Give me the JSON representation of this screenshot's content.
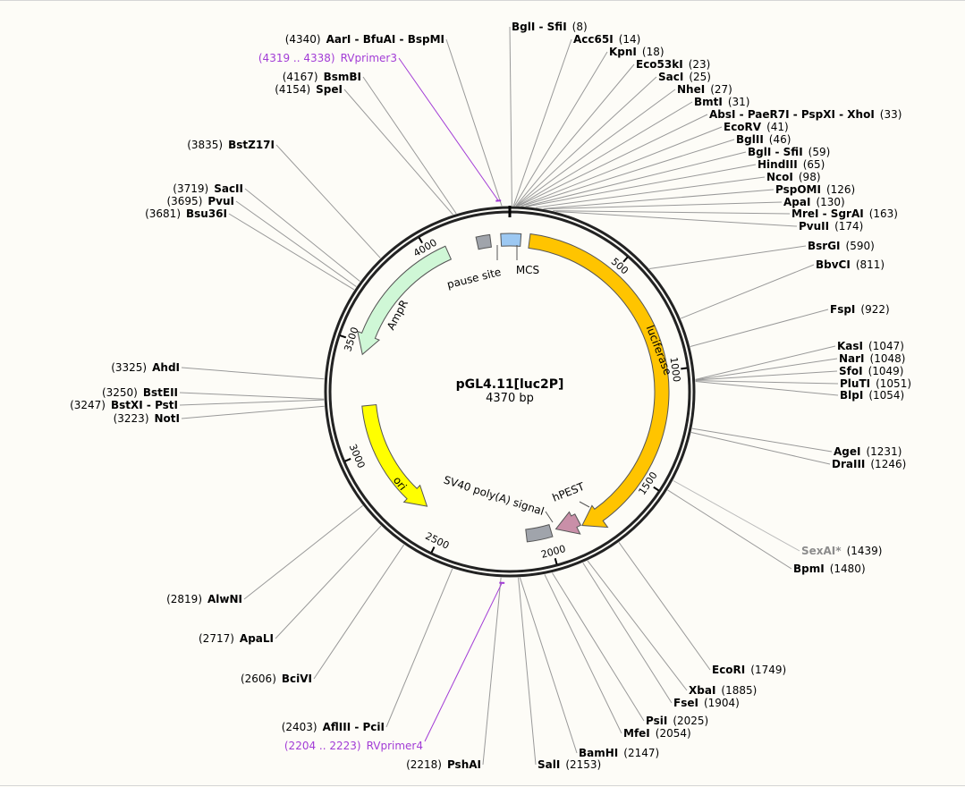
{
  "plasmid": {
    "name": "pGL4.11[luc2P]",
    "size_label": "4370 bp",
    "length": 4370
  },
  "sites_right": [
    {
      "name": "BglI - SfiI",
      "pos_label": "(8)",
      "pos": 8
    },
    {
      "name": "Acc65I",
      "pos_label": "(14)",
      "pos": 14
    },
    {
      "name": "KpnI",
      "pos_label": "(18)",
      "pos": 18
    },
    {
      "name": "Eco53kI",
      "pos_label": "(23)",
      "pos": 23
    },
    {
      "name": "SacI",
      "pos_label": "(25)",
      "pos": 25
    },
    {
      "name": "NheI",
      "pos_label": "(27)",
      "pos": 27
    },
    {
      "name": "BmtI",
      "pos_label": "(31)",
      "pos": 31
    },
    {
      "name": "AbsI - PaeR7I - PspXI - XhoI",
      "pos_label": "(33)",
      "pos": 33
    },
    {
      "name": "EcoRV",
      "pos_label": "(41)",
      "pos": 41
    },
    {
      "name": "BglII",
      "pos_label": "(46)",
      "pos": 46
    },
    {
      "name": "BglI - SfiI",
      "pos_label": "(59)",
      "pos": 59
    },
    {
      "name": "HindIII",
      "pos_label": "(65)",
      "pos": 65
    },
    {
      "name": "NcoI",
      "pos_label": "(98)",
      "pos": 98
    },
    {
      "name": "PspOMI",
      "pos_label": "(126)",
      "pos": 126
    },
    {
      "name": "ApaI",
      "pos_label": "(130)",
      "pos": 130
    },
    {
      "name": "MreI - SgrAI",
      "pos_label": "(163)",
      "pos": 163
    },
    {
      "name": "PvuII",
      "pos_label": "(174)",
      "pos": 174
    },
    {
      "name": "BsrGI",
      "pos_label": "(590)",
      "pos": 590
    },
    {
      "name": "BbvCI",
      "pos_label": "(811)",
      "pos": 811
    },
    {
      "name": "FspI",
      "pos_label": "(922)",
      "pos": 922
    },
    {
      "name": "KasI",
      "pos_label": "(1047)",
      "pos": 1047
    },
    {
      "name": "NarI",
      "pos_label": "(1048)",
      "pos": 1048
    },
    {
      "name": "SfoI",
      "pos_label": "(1049)",
      "pos": 1049
    },
    {
      "name": "PluTI",
      "pos_label": "(1051)",
      "pos": 1051
    },
    {
      "name": "BlpI",
      "pos_label": "(1054)",
      "pos": 1054
    },
    {
      "name": "AgeI",
      "pos_label": "(1231)",
      "pos": 1231
    },
    {
      "name": "DraIII",
      "pos_label": "(1246)",
      "pos": 1246
    },
    {
      "name": "SexAI*",
      "pos_label": "(1439)",
      "pos": 1439,
      "dim": true
    },
    {
      "name": "BpmI",
      "pos_label": "(1480)",
      "pos": 1480
    },
    {
      "name": "EcoRI",
      "pos_label": "(1749)",
      "pos": 1749
    },
    {
      "name": "XbaI",
      "pos_label": "(1885)",
      "pos": 1885
    },
    {
      "name": "FseI",
      "pos_label": "(1904)",
      "pos": 1904
    },
    {
      "name": "PsiI",
      "pos_label": "(2025)",
      "pos": 2025
    },
    {
      "name": "MfeI",
      "pos_label": "(2054)",
      "pos": 2054
    },
    {
      "name": "BamHI",
      "pos_label": "(2147)",
      "pos": 2147
    },
    {
      "name": "SalI",
      "pos_label": "(2153)",
      "pos": 2153
    }
  ],
  "sites_left": [
    {
      "name": "AarI - BfuAI - BspMI",
      "pos_label": "(4340)",
      "pos": 4340
    },
    {
      "name": "BsmBI",
      "pos_label": "(4167)",
      "pos": 4167
    },
    {
      "name": "SpeI",
      "pos_label": "(4154)",
      "pos": 4154
    },
    {
      "name": "BstZ17I",
      "pos_label": "(3835)",
      "pos": 3835
    },
    {
      "name": "SacII",
      "pos_label": "(3719)",
      "pos": 3719
    },
    {
      "name": "PvuI",
      "pos_label": "(3695)",
      "pos": 3695
    },
    {
      "name": "Bsu36I",
      "pos_label": "(3681)",
      "pos": 3681
    },
    {
      "name": "AhdI",
      "pos_label": "(3325)",
      "pos": 3325
    },
    {
      "name": "BstEII",
      "pos_label": "(3250)",
      "pos": 3250
    },
    {
      "name": "BstXI - PstI",
      "pos_label": "(3247)",
      "pos": 3247
    },
    {
      "name": "NotI",
      "pos_label": "(3223)",
      "pos": 3223
    },
    {
      "name": "AlwNI",
      "pos_label": "(2819)",
      "pos": 2819
    },
    {
      "name": "ApaLI",
      "pos_label": "(2717)",
      "pos": 2717
    },
    {
      "name": "BciVI",
      "pos_label": "(2606)",
      "pos": 2606
    },
    {
      "name": "AflIII - PciI",
      "pos_label": "(2403)",
      "pos": 2403
    },
    {
      "name": "PshAI",
      "pos_label": "(2218)",
      "pos": 2218
    }
  ],
  "primers": [
    {
      "name": "RVprimer3",
      "range_label": "(4319 .. 4338)",
      "start": 4319,
      "end": 4338
    },
    {
      "name": "RVprimer4",
      "range_label": "(2204 .. 2223)",
      "start": 2204,
      "end": 2223
    }
  ],
  "ticks": [
    {
      "label": "500",
      "pos": 500
    },
    {
      "label": "1000",
      "pos": 1000
    },
    {
      "label": "1500",
      "pos": 1500
    },
    {
      "label": "2000",
      "pos": 2000
    },
    {
      "label": "2500",
      "pos": 2500
    },
    {
      "label": "3000",
      "pos": 3000
    },
    {
      "label": "3500",
      "pos": 3500
    },
    {
      "label": "4000",
      "pos": 4000
    }
  ],
  "features": [
    {
      "name": "luciferase",
      "start": 90,
      "end": 1840,
      "direction": "forward",
      "color": "#ffc400"
    },
    {
      "name": "hPEST",
      "start": 1845,
      "end": 1960,
      "direction": "forward",
      "color": "#c98fa8"
    },
    {
      "name": "SV40 poly(A) signal",
      "start": 1985,
      "end": 2105,
      "direction": "none",
      "color": "#a0a4ab"
    },
    {
      "name": "ori",
      "start": 2620,
      "end": 3210,
      "direction": "reverse",
      "color": "#ffff00"
    },
    {
      "name": "AmpR",
      "start": 3450,
      "end": 4080,
      "direction": "reverse",
      "color": "#cff7d6"
    },
    {
      "name": "pause site",
      "start": 4220,
      "end": 4282,
      "direction": "none",
      "color": "#a0a4ab"
    },
    {
      "name": "MCS",
      "start": 4330,
      "end": 4420,
      "direction": "none",
      "color": "#9cc8f2"
    }
  ]
}
